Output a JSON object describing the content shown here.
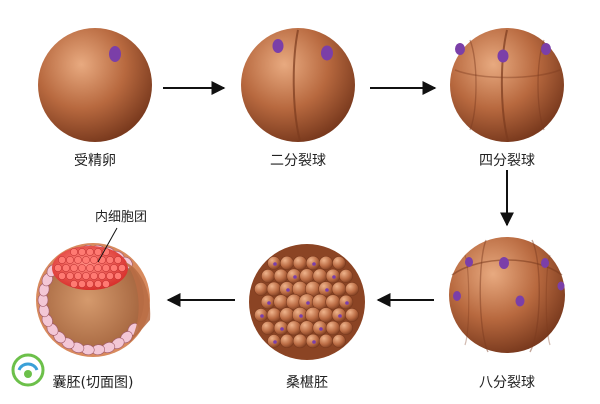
{
  "diagram": {
    "stages": [
      {
        "id": "zygote",
        "label": "受精卵"
      },
      {
        "id": "two-cell",
        "label": "二分裂球"
      },
      {
        "id": "four-cell",
        "label": "四分裂球"
      },
      {
        "id": "eight-cell",
        "label": "八分裂球"
      },
      {
        "id": "morula",
        "label": "桑椹胚"
      },
      {
        "id": "blastocyst",
        "label": "囊胚(切面图)"
      }
    ],
    "callout": "内细胞团"
  },
  "colors": {
    "cell": "#b86a45",
    "cell_dark": "#8a4426",
    "cell_light": "#e3a37a",
    "nucleus": "#7b3fa8",
    "arrow": "#111111",
    "inner_mass": "#e0443e",
    "trophoblast": "#f3c7d6"
  }
}
